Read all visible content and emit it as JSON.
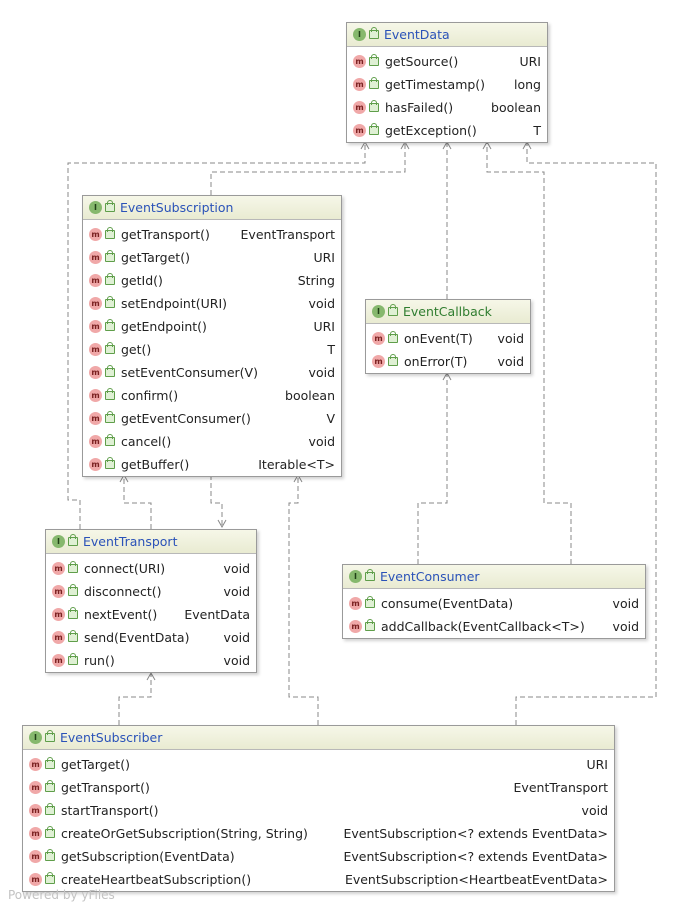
{
  "classes": {
    "eventdata": {
      "name": "EventData",
      "methods": [
        {
          "name": "getSource()",
          "type": "URI"
        },
        {
          "name": "getTimestamp()",
          "type": "long"
        },
        {
          "name": "hasFailed()",
          "type": "boolean"
        },
        {
          "name": "getException()",
          "type": "T"
        }
      ]
    },
    "eventsubscription": {
      "name": "EventSubscription",
      "methods": [
        {
          "name": "getTransport()",
          "type": "EventTransport"
        },
        {
          "name": "getTarget()",
          "type": "URI"
        },
        {
          "name": "getId()",
          "type": "String"
        },
        {
          "name": "setEndpoint(URI)",
          "type": "void"
        },
        {
          "name": "getEndpoint()",
          "type": "URI"
        },
        {
          "name": "get()",
          "type": "T"
        },
        {
          "name": "setEventConsumer(V)",
          "type": "void"
        },
        {
          "name": "confirm()",
          "type": "boolean"
        },
        {
          "name": "getEventConsumer()",
          "type": "V"
        },
        {
          "name": "cancel()",
          "type": "void"
        },
        {
          "name": "getBuffer()",
          "type": "Iterable<T>"
        }
      ]
    },
    "eventcallback": {
      "name": "EventCallback",
      "methods": [
        {
          "name": "onEvent(T)",
          "type": "void"
        },
        {
          "name": "onError(T)",
          "type": "void"
        }
      ]
    },
    "eventtransport": {
      "name": "EventTransport",
      "methods": [
        {
          "name": "connect(URI)",
          "type": "void"
        },
        {
          "name": "disconnect()",
          "type": "void"
        },
        {
          "name": "nextEvent()",
          "type": "EventData"
        },
        {
          "name": "send(EventData)",
          "type": "void"
        },
        {
          "name": "run()",
          "type": "void"
        }
      ]
    },
    "eventconsumer": {
      "name": "EventConsumer",
      "methods": [
        {
          "name": "consume(EventData)",
          "type": "void"
        },
        {
          "name": "addCallback(EventCallback<T>)",
          "type": "void"
        }
      ]
    },
    "eventsubscriber": {
      "name": "EventSubscriber",
      "methods": [
        {
          "name": "getTarget()",
          "type": "URI"
        },
        {
          "name": "getTransport()",
          "type": "EventTransport"
        },
        {
          "name": "startTransport()",
          "type": "void"
        },
        {
          "name": "createOrGetSubscription(String, String)",
          "type": "EventSubscription<? extends EventData>"
        },
        {
          "name": "getSubscription(EventData)",
          "type": "EventSubscription<? extends EventData>"
        },
        {
          "name": "createHeartbeatSubscription()",
          "type": "EventSubscription<HeartbeatEventData>"
        }
      ]
    }
  },
  "icons": {
    "interface_badge": "I",
    "method_badge": "m"
  },
  "colors": {
    "title_blue": "#2a52b8",
    "title_green": "#2f7d2f",
    "edge": "#888888"
  },
  "credit": "Powered by yFiles"
}
